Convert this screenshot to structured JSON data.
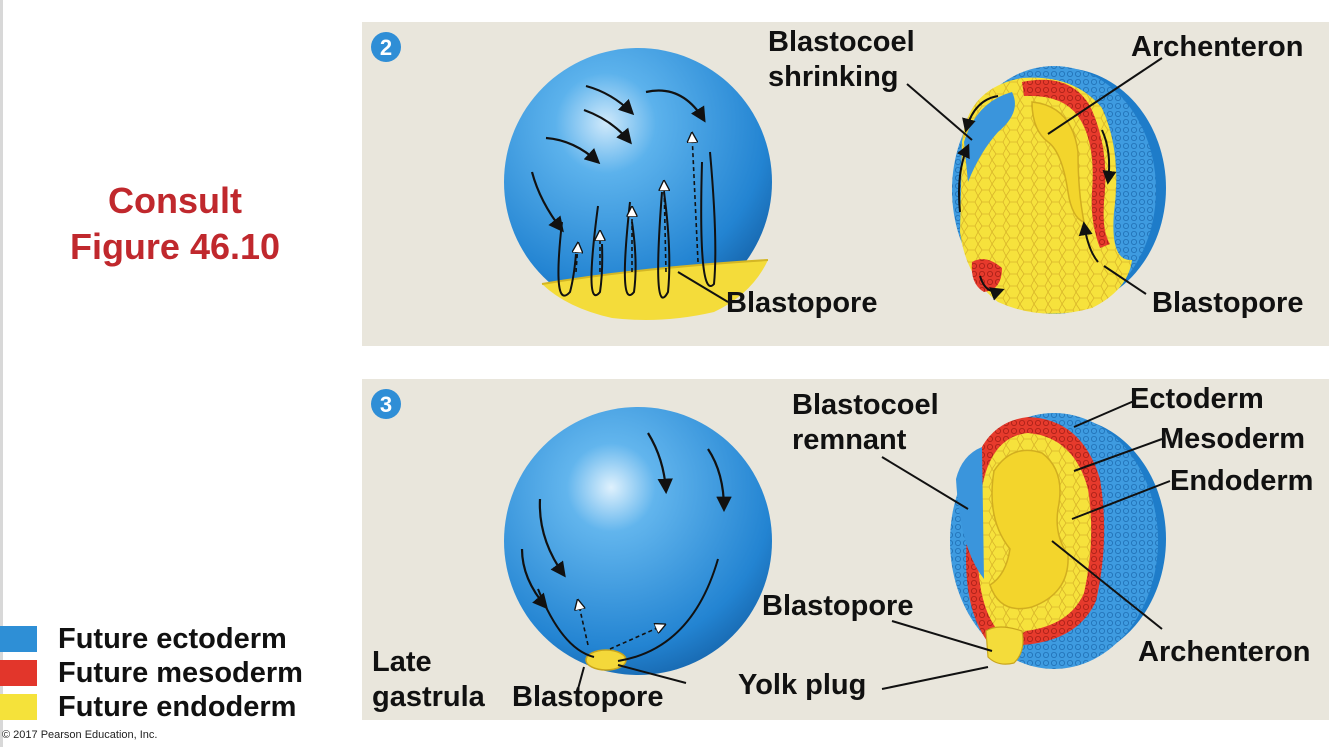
{
  "sidebar": {
    "consult_line1": "Consult",
    "consult_line2": "Figure 46.10"
  },
  "panel2": {
    "step": "2",
    "labels": {
      "blastocoel_line1": "Blastocoel",
      "blastocoel_line2": "shrinking",
      "archenteron": "Archenteron",
      "blastopore_outer": "Blastopore",
      "blastopore_section": "Blastopore"
    }
  },
  "panel3": {
    "step": "3",
    "labels": {
      "remnant_line1": "Blastocoel",
      "remnant_line2": "remnant",
      "ectoderm": "Ectoderm",
      "mesoderm": "Mesoderm",
      "endoderm": "Endoderm",
      "blastopore_section": "Blastopore",
      "archenteron": "Archenteron",
      "yolk_plug": "Yolk plug",
      "late_line1": "Late",
      "late_line2": "gastrula",
      "blastopore_outer": "Blastopore"
    }
  },
  "legend": [
    {
      "label": "Future ectoderm",
      "color": "#2e8fd6"
    },
    {
      "label": "Future mesoderm",
      "color": "#e2362b"
    },
    {
      "label": "Future endoderm",
      "color": "#f5e23a"
    }
  ],
  "copyright": "© 2017 Pearson Education, Inc."
}
